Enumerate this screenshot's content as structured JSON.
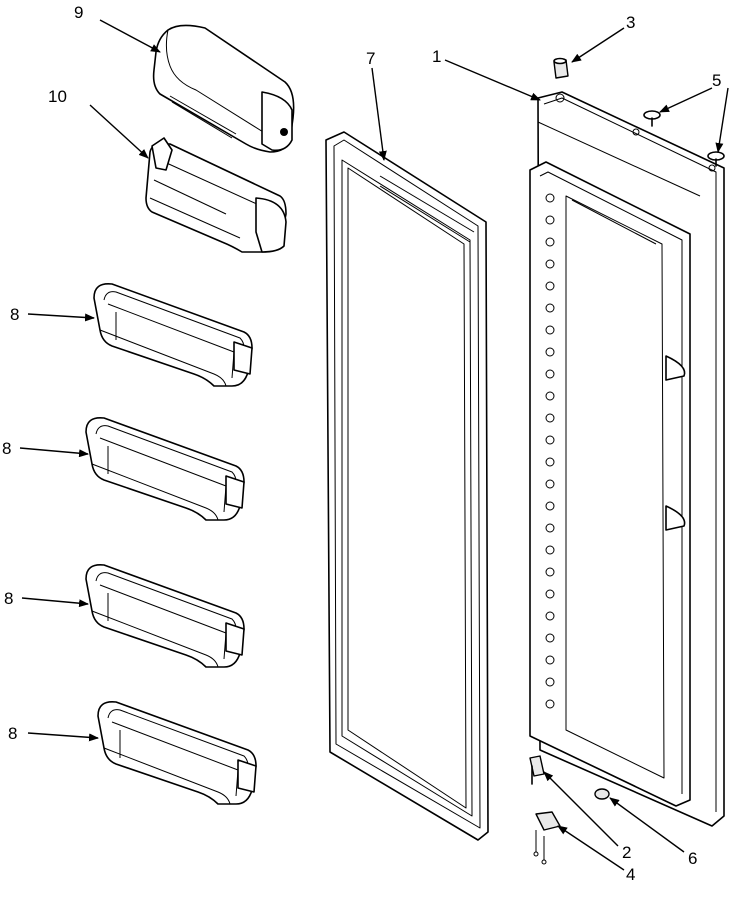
{
  "callouts": {
    "c1": "1",
    "c2": "2",
    "c3": "3",
    "c4": "4",
    "c5": "5",
    "c6": "6",
    "c7": "7",
    "c8a": "8",
    "c8b": "8",
    "c8c": "8",
    "c8d": "8",
    "c9": "9",
    "c10": "10"
  }
}
